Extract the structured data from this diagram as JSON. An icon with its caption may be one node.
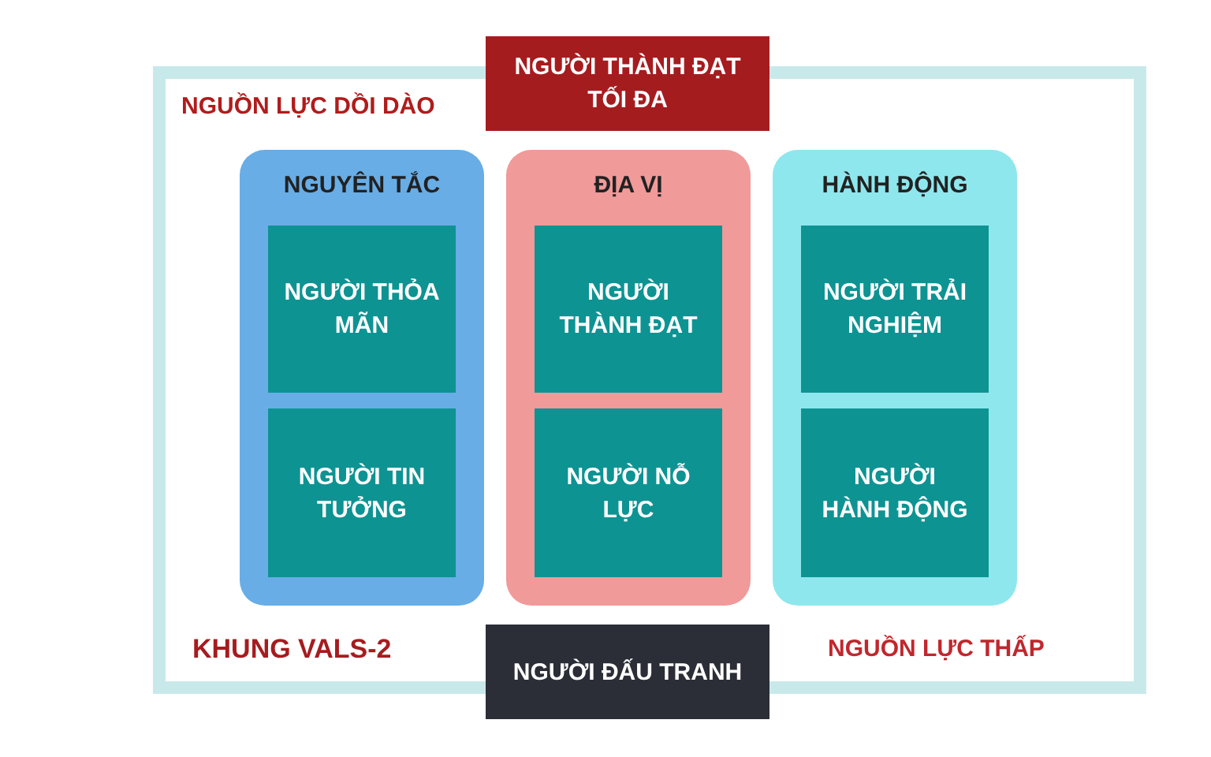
{
  "diagram": {
    "nodes": [
      {
        "text": [
          "NGƯỜI THÀNH ĐẠT TỐI ĐA"
        ]
      },
      {
        "text": [
          "NGUYÊN TẮC"
        ]
      },
      {
        "text": [
          "NGƯỜI THỎA MÃN"
        ],
        "in": 1
      },
      {
        "text": [
          "NGƯỜI TIN TƯỞNG"
        ],
        "in": 1
      },
      {
        "text": [
          "ĐỊA VỊ"
        ]
      },
      {
        "text": [
          "NGƯỜI THÀNH ĐẠT"
        ],
        "in": 4
      },
      {
        "text": [
          "NGƯỜI NỖ LỰC"
        ],
        "in": 4
      },
      {
        "text": [
          "HÀNH ĐỘNG"
        ]
      },
      {
        "text": [
          "NGƯỜI TRẢI NGHIỆM"
        ],
        "in": 7
      },
      {
        "text": [
          "NGƯỜI HÀNH ĐỘNG"
        ],
        "in": 7
      },
      {
        "text": [
          "NGƯỜI ĐẤU TRANH"
        ]
      }
    ],
    "edges": [],
    "labels": [
      "NGUỒN LỰC DỒI DÀO",
      "KHUNG VALS-2",
      "NGUỒN LỰC THẤP"
    ]
  }
}
